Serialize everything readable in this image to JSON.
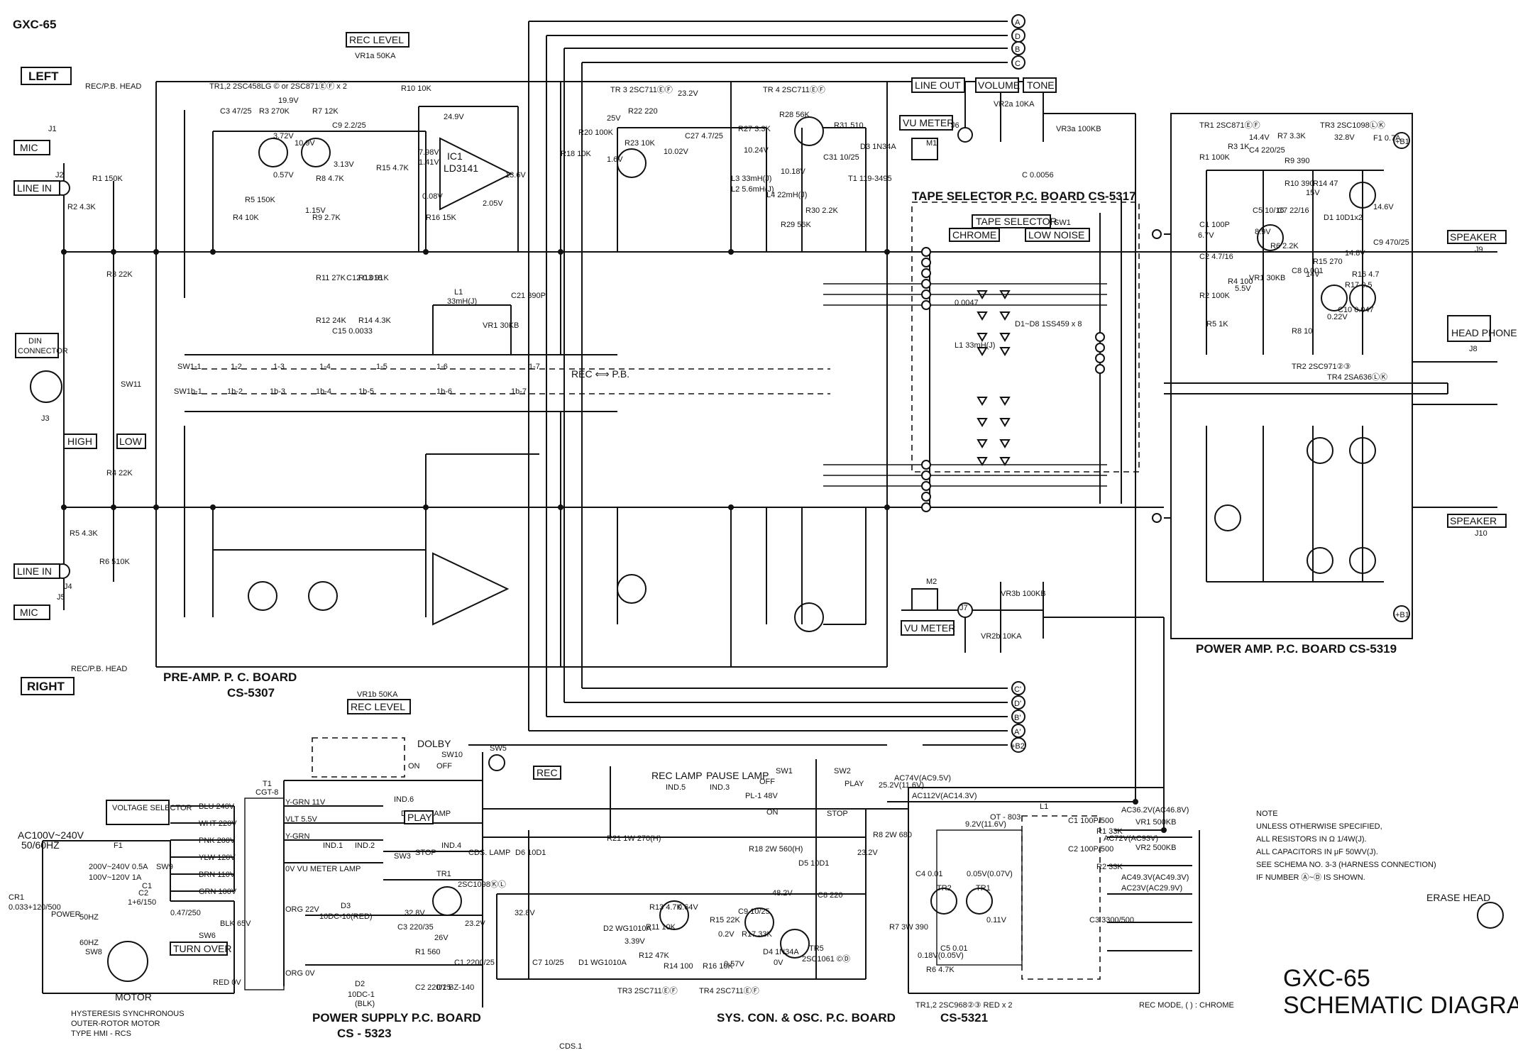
{
  "header": {
    "model": "GXC-65"
  },
  "channels": {
    "left": "LEFT",
    "right": "RIGHT"
  },
  "left_inputs": {
    "rec_pb_head_top": "REC/P.B. HEAD",
    "rec_pb_head_bottom": "REC/P.B. HEAD",
    "mic_top": "MIC",
    "mic_bottom": "MIC",
    "line_in_top": "LINE IN",
    "line_in_bottom": "LINE IN",
    "j1": "J1",
    "j2": "J2",
    "j3": "J3",
    "j4": "J4",
    "j5": "J5",
    "din": "DIN",
    "connector": "CONNECTOR",
    "sw11": "SW11",
    "high": "HIGH",
    "low": "LOW"
  },
  "rec_level": {
    "top": "REC LEVEL",
    "bottom": "REC LEVEL",
    "vr1a": "VR1a 50KA",
    "vr1b": "VR1b 50KA"
  },
  "preamp": {
    "board": "PRE-AMP. P. C. BOARD",
    "board_no": "CS-5307",
    "transistors": "TR1,2  2SC458LG © or 2SC871ⒺⒻ x 2",
    "ic": "IC1",
    "ic_part": "LD3141",
    "l1": "L1",
    "l1_val": "33mH(J)",
    "vr1": "VR1 30KB",
    "c21": "C21 390P",
    "rec_pb": "REC ⟺ P.B.",
    "switches": [
      "SW1-1",
      "1-2",
      "1-3",
      "1-4",
      "1-5",
      "1-6",
      "1-7"
    ],
    "switches_b": [
      "SW1b-1",
      "1b-2",
      "1b-3",
      "1b-4",
      "1b-5",
      "1b-6",
      "1b-7"
    ],
    "parts": [
      "R1 150K",
      "R2 4.3K",
      "R3 22K",
      "R4 22K",
      "R5 4.3K",
      "R6 510K",
      "R3 270K",
      "R4 10K",
      "R5 150K",
      "R7 12K",
      "R8 4.7K",
      "R9 2.7K",
      "R10 10K",
      "R11 27K",
      "R12 24K",
      "R13 91K",
      "R14 4.3K",
      "R15 4.7K",
      "R16 15K",
      "C3 47/25",
      "C9 2.2/25",
      "C15 0.0033",
      "C12 0.018"
    ],
    "voltages": [
      "19.9V",
      "3.72V",
      "0.57V",
      "10.9V",
      "3.13V",
      "1.15V",
      "24.9V",
      "7.98V",
      "1.41V",
      "0.08V",
      "2.05V",
      "13.6V"
    ]
  },
  "tr3": {
    "label": "TR 3  2SC711ⒺⒻ",
    "voltage": "23.2V"
  },
  "tr4": {
    "label": "TR 4  2SC711ⒺⒻ"
  },
  "mid_parts": [
    "R18 10K",
    "R20 100K",
    "R22 220",
    "R23 10K",
    "C27 4.7/25",
    "R27 3.3K",
    "R28 56K",
    "L2 5.6mH(J)",
    "L3 33mH(J)",
    "L4 22mH(J)",
    "R29 56K",
    "R30 2.2K",
    "C31 10/25",
    "R31 510",
    "D3 1N34A",
    "T1 119-3495",
    "25V",
    "1.6V",
    "10.02V",
    "10.24V",
    "10.18V"
  ],
  "vu_meter": {
    "top": "VU METER",
    "bottom": "VU METER",
    "m1": "M1",
    "m2": "M2"
  },
  "line_out": {
    "line_out": "LINE OUT",
    "volume": "VOLUME",
    "tone": "TONE",
    "j6": "J6",
    "j7": "J7",
    "vr2a": "VR2a 10KA",
    "vr2b": "VR2b 10KA",
    "vr3a": "VR3a 100KB",
    "vr3b": "VR3b 100KB",
    "c": "C 0.0056"
  },
  "tape_selector": {
    "board": "TAPE SELECTOR P.C. BOARD CS-5317",
    "switch": "TAPE SELECTOR",
    "sw": "SW1",
    "chrome": "CHROME",
    "low_noise": "LOW NOISE",
    "diodes": "D1~D8 1SS459 x 8",
    "l1": "L1 33mH(J)",
    "c": "0.0047"
  },
  "connectors_top": [
    "A",
    "D",
    "B",
    "C"
  ],
  "connectors_bottom": [
    "C'",
    "D'",
    "B'",
    "A'",
    "+B2"
  ],
  "power_amp": {
    "board": "POWER AMP. P.C. BOARD  CS-5319",
    "tr1": "TR1 2SC871ⒺⒻ",
    "tr3": "TR3 2SC1098ⓁⓀ",
    "tr2": "TR2 2SC971②③",
    "tr4": "TR4 2SA636ⓁⓀ",
    "speaker_top": "SPEAKER",
    "speaker_bottom": "SPEAKER",
    "j9": "J9",
    "j10": "J10",
    "head_phone": "HEAD PHONE",
    "j8": "J8",
    "b1_top": "+B1",
    "b1_bottom": "+B1",
    "parts": [
      "R1 100K",
      "R2 100K",
      "R3 1K",
      "R4 100",
      "R5 1K",
      "R6 2.2K",
      "R7 3.3K",
      "R8 10",
      "R9 390",
      "R10 390",
      "R14 47",
      "R15 270",
      "R16 4.7",
      "R17 0.5",
      "C1 100P",
      "C2 4.7/16",
      "C4 220/25",
      "C5 10/16",
      "C7 22/16",
      "C8 0.001",
      "C9 470/25",
      "C10 0.047",
      "F1 0.7A",
      "D1 10D1x2",
      "VR1 30KB"
    ],
    "voltages": [
      "14.4V",
      "32.8V",
      "6.7V",
      "8.9V",
      "5.5V",
      "15V",
      "14V",
      "14.8V",
      "14.6V",
      "0.22V"
    ]
  },
  "power": {
    "voltage_selector": "VOLTAGE SELECTOR",
    "ac": "AC100V~240V",
    "hz": "50/60HZ",
    "f1": "F1",
    "fuse1": "200V~240V  0.5A",
    "fuse2": "100V~120V  1A",
    "t1": "T1",
    "t1_part": "CGT-8",
    "taps": [
      "BLU 240V",
      "WHT 220V",
      "PNK 200V",
      "YLW 120V",
      "BRN 110V",
      "GRN 100V"
    ],
    "secondary": [
      "Y-GRN 11V",
      "VLT 5.5V",
      "Y-GRN",
      "0V VU METER LAMP",
      "ORG 22V",
      "ORG 0V"
    ],
    "sw9": "SW9",
    "sw8": "SW8",
    "sw6": "SW6",
    "turn_over": "TURN OVER",
    "cr1": "CR1",
    "cr1_val": "0.033+120/500",
    "power": "POWER",
    "c1": "C1",
    "c2": "C2",
    "c2_val": "1+6/150",
    "c_val": "0.47/250",
    "hz50": "50HZ",
    "hz60": "60HZ",
    "blk": "BLK 65V",
    "red": "RED 0V",
    "motor": "MOTOR",
    "motor_desc1": "HYSTERESIS  SYNCHRONOUS",
    "motor_desc2": "OUTER-ROTOR MOTOR",
    "motor_type": "TYPE  HMI - RCS",
    "board": "POWER SUPPLY P.C. BOARD",
    "board_no": "CS - 5323",
    "d3": "D3",
    "d3_part": "10DC-10(RED)",
    "d2": "D2",
    "d2_part": "10DC-1",
    "blk_d": "(BLK)",
    "tr1": "TR1",
    "tr1_part": "2SC1098ⓀⓁ",
    "volts": [
      "32.8V",
      "26V",
      "23.2V"
    ],
    "parts": [
      "R1 560",
      "C2 220/25",
      "C3 220/35",
      "D1 BZ-140",
      "C1 2200/25"
    ]
  },
  "dolby": {
    "label": "DOLBY",
    "sw10": "SW10",
    "on": "ON",
    "off": "OFF",
    "lamp": "DOLBY LAMP",
    "ind6": "IND.6"
  },
  "sys_con": {
    "board": "SYS. CON. & OSC. P.C. BOARD",
    "board_no": "CS-5321",
    "sw5": "SW5",
    "rec": "REC",
    "sw3": "SW3",
    "play": "PLAY",
    "stop": "STOP",
    "sw1": "SW1",
    "sw2": "SW2",
    "off": "OFF",
    "on": "ON",
    "rec_lamp": "REC LAMP",
    "pause_lamp": "PAUSE LAMP",
    "ind5": "IND.5",
    "ind3": "IND.3",
    "ind1": "IND.1",
    "ind2": "IND.2",
    "ind4": "IND.4",
    "cds_lamp": "CDS. LAMP",
    "cds1": "CDS.1",
    "pl1": "PL-1 48V",
    "tr3": "TR3  2SC711ⒺⒻ",
    "tr4": "TR4  2SC711ⒺⒻ",
    "tr5": "TR5",
    "tr5_part": "2SC1061 ©Ⓓ",
    "parts": [
      "R21 1W 270(H)",
      "R18 2W 560(H)",
      "R8 2W 680",
      "R13 4.7K",
      "R11 10K",
      "R12 47K",
      "R14 100",
      "R16 10K",
      "R15 22K",
      "R17 33K",
      "C9 10/25",
      "C8 220",
      "C7 10/25",
      "D1 WG1010A",
      "D2 WG1010A",
      "D4 1N34A",
      "D5 10D1",
      "D6 10D1"
    ],
    "voltages": [
      "32.8V",
      "3.39V",
      "0.64V",
      "0.2V",
      "0.57V",
      "0V",
      "48.2V",
      "25.2V(11.6V)",
      "23.2V"
    ],
    "ac_lines": [
      "AC74V(AC9.5V)",
      "AC112V(AC14.3V)"
    ]
  },
  "osc": {
    "ot": "OT - 803",
    "l1": "L1",
    "tr1": "TR1",
    "tr2": "TR2",
    "tr12": "TR1,2  2SC968②③ RED x 2",
    "erase_head": "ERASE HEAD",
    "parts": [
      "C1 100P/500",
      "C2 100P/500",
      "VR1 500KB",
      "VR2 500KB",
      "R1 33K",
      "R2 33K",
      "C3 3300/500",
      "R7 3W 390",
      "R6 4.7K",
      "C4 0.01",
      "C5 0.01"
    ],
    "voltages": [
      "9.2V(11.6V)",
      "AC36.2V(AC46.8V)",
      "AC72V(AC93V)",
      "AC49.3V(AC49.3V)",
      "AC23V(AC29.9V)",
      "0.18V(0.05V)",
      "0.05V(0.07V)",
      "0.11V"
    ],
    "rec_mode": "REC MODE, (  ) : CHROME"
  },
  "notes": {
    "heading": "NOTE",
    "lines": [
      "UNLESS OTHERWISE SPECIFIED,",
      "ALL RESISTORS IN Ω 1/4W(J).",
      "ALL CAPACITORS IN μF 50WV(J).",
      "SEE SCHEMA NO. 3-3 (HARNESS CONNECTION)",
      "IF NUMBER Ⓐ~Ⓓ IS SHOWN."
    ]
  },
  "footer": {
    "model": "GXC-65",
    "title": "SCHEMATIC DIAGRAM"
  }
}
